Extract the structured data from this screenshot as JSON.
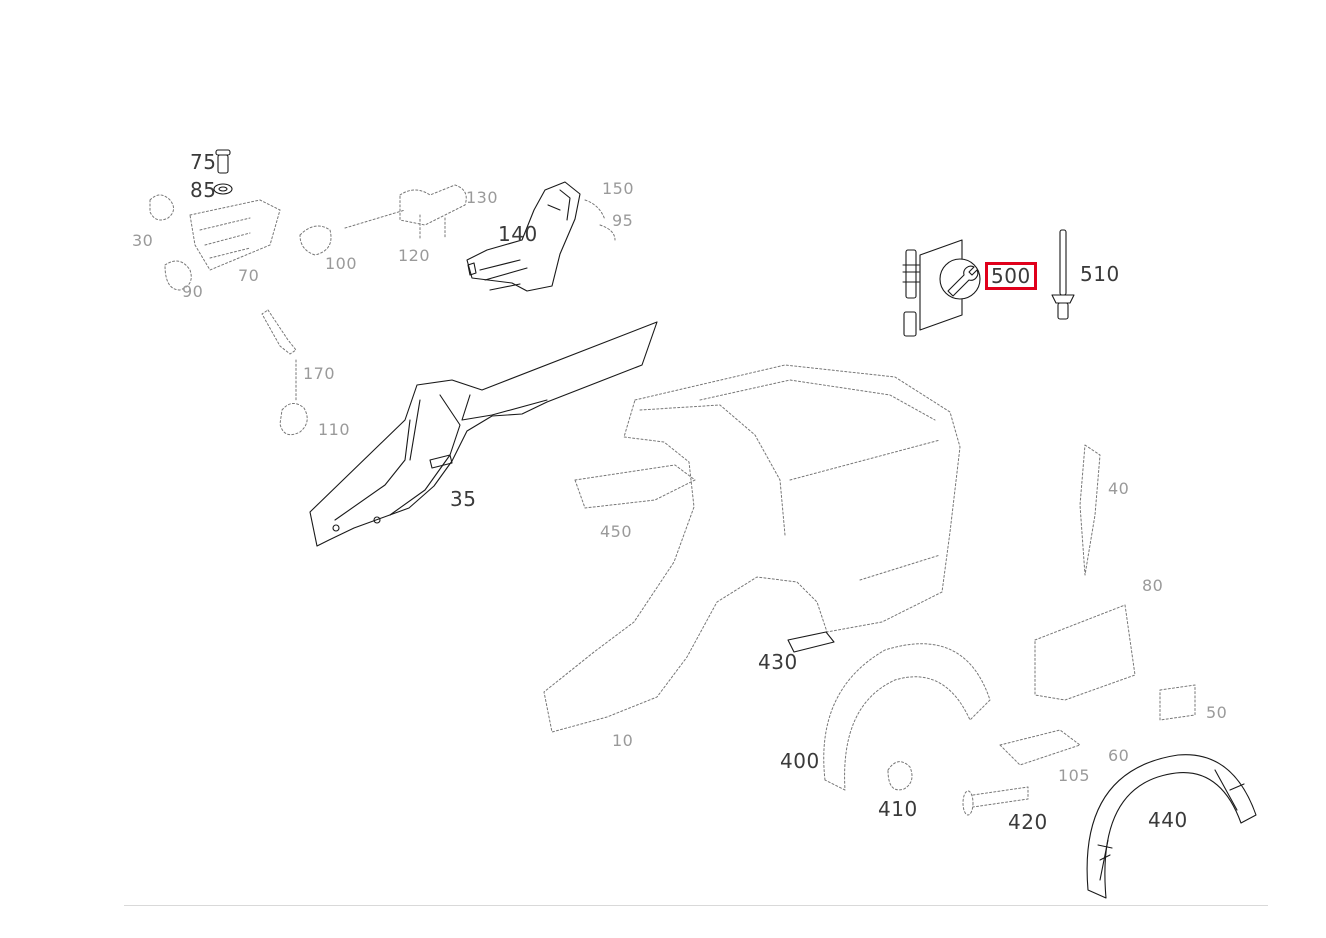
{
  "diagram": {
    "highlight_color": "#e0001b",
    "callouts": [
      {
        "id": "p75",
        "text": "75",
        "style": "normal"
      },
      {
        "id": "p85",
        "text": "85",
        "style": "normal"
      },
      {
        "id": "p140",
        "text": "140",
        "style": "normal"
      },
      {
        "id": "p35",
        "text": "35",
        "style": "normal"
      },
      {
        "id": "p500",
        "text": "500",
        "style": "highlighted"
      },
      {
        "id": "p510",
        "text": "510",
        "style": "normal"
      },
      {
        "id": "p430",
        "text": "430",
        "style": "normal"
      },
      {
        "id": "p400",
        "text": "400",
        "style": "normal"
      },
      {
        "id": "p410",
        "text": "410",
        "style": "normal"
      },
      {
        "id": "p420",
        "text": "420",
        "style": "normal"
      },
      {
        "id": "p440",
        "text": "440",
        "style": "normal"
      }
    ],
    "faded_callouts": [
      "30",
      "90",
      "70",
      "100",
      "120",
      "130",
      "150",
      "95",
      "170",
      "110",
      "450",
      "10",
      "40",
      "80",
      "60",
      "50",
      "105"
    ]
  }
}
